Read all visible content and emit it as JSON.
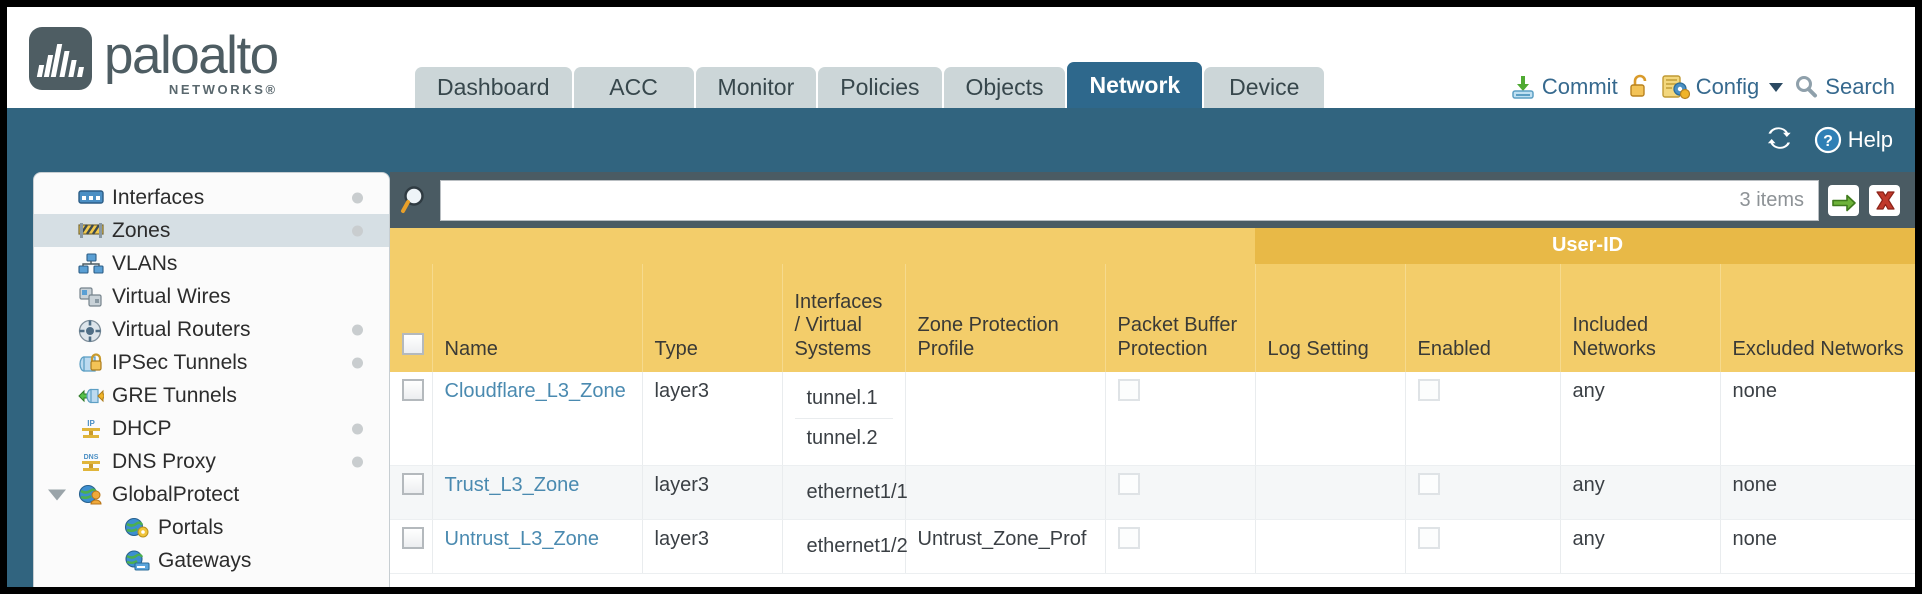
{
  "brand": {
    "name": "paloalto",
    "tagline": "NETWORKS®",
    "logo_icon": "paloalto-logo-icon"
  },
  "nav_tabs": [
    {
      "label": "Dashboard",
      "active": false
    },
    {
      "label": "ACC",
      "active": false
    },
    {
      "label": "Monitor",
      "active": false
    },
    {
      "label": "Policies",
      "active": false
    },
    {
      "label": "Objects",
      "active": false
    },
    {
      "label": "Network",
      "active": true
    },
    {
      "label": "Device",
      "active": false
    }
  ],
  "top_actions": {
    "commit": "Commit",
    "lock_icon": "unlocked-padlock-icon",
    "config": "Config",
    "search": "Search"
  },
  "blue_band": {
    "refresh_icon": "refresh-icon",
    "help": "Help"
  },
  "sidebar": {
    "items": [
      {
        "label": "Interfaces",
        "icon": "interfaces-icon",
        "selected": false,
        "dot": true,
        "child": false,
        "expander": false
      },
      {
        "label": "Zones",
        "icon": "zones-icon",
        "selected": true,
        "dot": true,
        "child": false,
        "expander": false
      },
      {
        "label": "VLANs",
        "icon": "vlans-icon",
        "selected": false,
        "dot": false,
        "child": false,
        "expander": false
      },
      {
        "label": "Virtual Wires",
        "icon": "virtual-wires-icon",
        "selected": false,
        "dot": false,
        "child": false,
        "expander": false
      },
      {
        "label": "Virtual Routers",
        "icon": "virtual-routers-icon",
        "selected": false,
        "dot": true,
        "child": false,
        "expander": false
      },
      {
        "label": "IPSec Tunnels",
        "icon": "ipsec-tunnels-icon",
        "selected": false,
        "dot": true,
        "child": false,
        "expander": false
      },
      {
        "label": "GRE Tunnels",
        "icon": "gre-tunnels-icon",
        "selected": false,
        "dot": false,
        "child": false,
        "expander": false
      },
      {
        "label": "DHCP",
        "icon": "dhcp-icon",
        "selected": false,
        "dot": true,
        "child": false,
        "expander": false
      },
      {
        "label": "DNS Proxy",
        "icon": "dns-proxy-icon",
        "selected": false,
        "dot": true,
        "child": false,
        "expander": false
      },
      {
        "label": "GlobalProtect",
        "icon": "globalprotect-icon",
        "selected": false,
        "dot": false,
        "child": false,
        "expander": true
      },
      {
        "label": "Portals",
        "icon": "portals-icon",
        "selected": false,
        "dot": false,
        "child": true,
        "expander": false
      },
      {
        "label": "Gateways",
        "icon": "gateways-icon",
        "selected": false,
        "dot": false,
        "child": true,
        "expander": false
      }
    ]
  },
  "search": {
    "value": "",
    "placeholder": "",
    "items_count": "3 items",
    "magnifier_icon": "magnifier-icon",
    "apply_icon": "apply-filter-arrow-icon",
    "clear_icon": "clear-filter-x-icon"
  },
  "table": {
    "group_header": "User-ID",
    "columns": [
      "Name",
      "Type",
      "Interfaces / Virtual Systems",
      "Zone Protection Profile",
      "Packet Buffer Protection",
      "Log Setting",
      "Enabled",
      "Included Networks",
      "Excluded Networks"
    ],
    "rows": [
      {
        "name": "Cloudflare_L3_Zone",
        "type": "layer3",
        "interfaces": [
          "tunnel.1",
          "tunnel.2"
        ],
        "zone_protection_profile": "",
        "packet_buffer_protection": false,
        "log_setting": "",
        "userid_enabled": false,
        "included_networks": "any",
        "excluded_networks": "none",
        "selected": false
      },
      {
        "name": "Trust_L3_Zone",
        "type": "layer3",
        "interfaces": [
          "ethernet1/1"
        ],
        "zone_protection_profile": "",
        "packet_buffer_protection": false,
        "log_setting": "",
        "userid_enabled": false,
        "included_networks": "any",
        "excluded_networks": "none",
        "selected": false
      },
      {
        "name": "Untrust_L3_Zone",
        "type": "layer3",
        "interfaces": [
          "ethernet1/2"
        ],
        "zone_protection_profile": "Untrust_Zone_Prof",
        "packet_buffer_protection": false,
        "log_setting": "",
        "userid_enabled": false,
        "included_networks": "any",
        "excluded_networks": "none",
        "selected": false
      }
    ]
  },
  "colors": {
    "brand_slate": "#4e5d63",
    "nav_active": "#2e688c",
    "band_blue": "#31647f",
    "table_header": "#f3cd6a",
    "group_header": "#e8b947",
    "link_blue": "#4a8ab0",
    "content_frame": "#4a5b63"
  }
}
